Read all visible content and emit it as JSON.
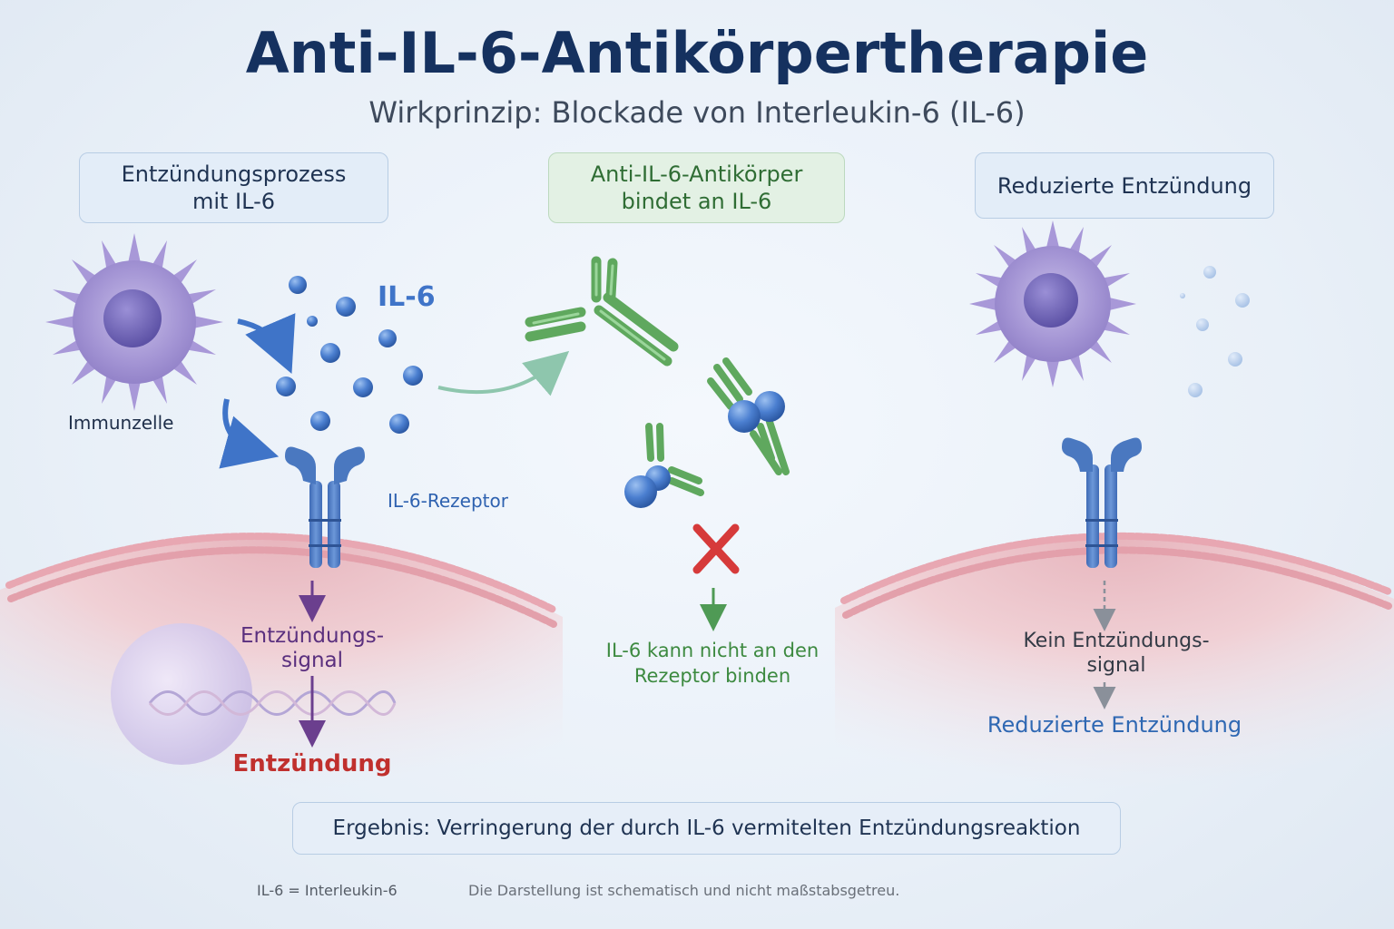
{
  "header": {
    "title": "Anti-IL-6-Antikörpertherapie",
    "subtitle": "Wirkprinzip: Blockade von Interleukin-6 (IL-6)"
  },
  "panels": {
    "left": {
      "heading": "Entzündungsprozess\nmit IL-6",
      "cell_label": "Immunzelle",
      "cytokine_label": "IL-6",
      "receptor_label": "IL-6-Rezeptor",
      "signal_label": "Entzündungs-\nsignal",
      "outcome_label": "Entzündung"
    },
    "middle": {
      "heading": "Anti-IL-6-Antikörper\nbindet an IL-6",
      "blocked_label": "IL-6 kann nicht an den\nRezeptor binden"
    },
    "right": {
      "heading": "Reduzierte Entzündung",
      "signal_label": "Kein Entzündungs-\nsignal",
      "outcome_label": "Reduzierte Entzündung"
    }
  },
  "result": "Ergebnis: Verringerung der durch IL-6 vermitelten Entzündungsreaktion",
  "footer": {
    "abbreviation": "IL-6 = Interleukin-6",
    "disclaimer": "Die Darstellung ist schematisch und nicht maßstabsgetreu."
  },
  "colors": {
    "title": "#15315f",
    "il6": "#3f74c8",
    "receptor": "#4a78c0",
    "antibody": "#6cb46b",
    "signal_arrow": "#6b3f8e",
    "inflammation": "#c0302e",
    "block_cross": "#d63a3a",
    "reduced": "#2f68b3"
  }
}
